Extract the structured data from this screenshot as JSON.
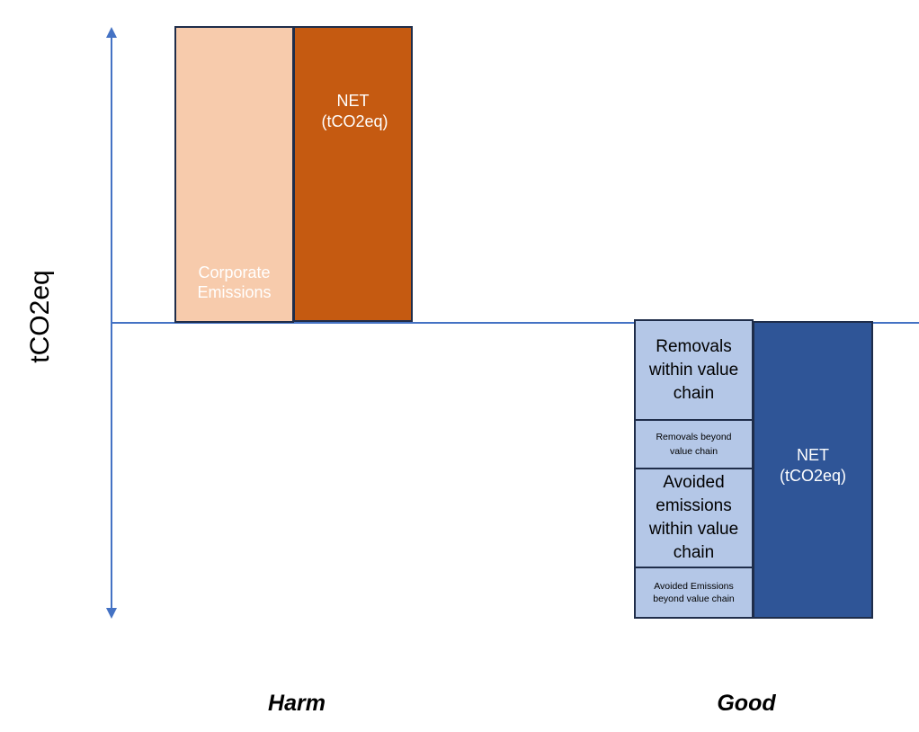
{
  "y_axis_label": "tCO2eq",
  "categories": {
    "harm": "Harm",
    "good": "Good"
  },
  "harm_boxes": {
    "corporate_emissions": "Corporate Emissions",
    "net": "NET (tCO2eq)"
  },
  "good_boxes": {
    "removals_within": "Removals within value chain",
    "removals_beyond": "Removals beyond value chain",
    "avoided_within": "Avoided emissions within value chain",
    "avoided_beyond": "Avoided Emissions beyond value chain",
    "net": "NET (tCO2eq)"
  },
  "colors": {
    "axis": "#4472c4",
    "corporate": "#f7cbac",
    "harm_net": "#c55a11",
    "good_parts": "#b4c7e7",
    "good_net": "#2f5597"
  }
}
